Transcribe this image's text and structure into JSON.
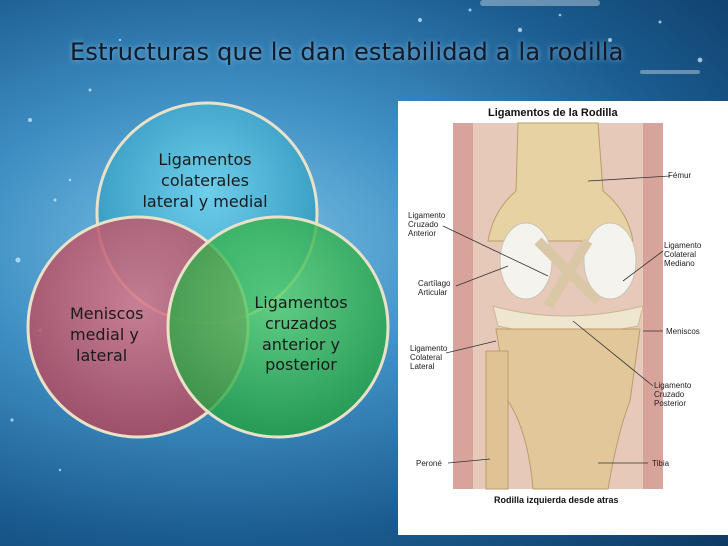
{
  "title": "Estructuras que le dan estabilidad a la rodilla",
  "venn": {
    "top": [
      "Ligamentos",
      "colaterales",
      "lateral y medial"
    ],
    "left": [
      "Meniscos",
      "medial y",
      "lateral"
    ],
    "right": [
      "Ligamentos",
      "cruzados",
      "anterior y",
      "posterior"
    ],
    "colors": {
      "top": "#3aa6c9",
      "left": "#c05a6e",
      "right": "#2fb24c"
    }
  },
  "figure": {
    "title": "Ligamentos de la Rodilla",
    "caption": "Rodilla izquierda desde atras",
    "labels": {
      "femur": "Fémur",
      "lca": [
        "Ligamento",
        "Cruzado",
        "Anterior"
      ],
      "lcm": [
        "Ligamento",
        "Colateral",
        "Mediano"
      ],
      "cartilago": [
        "Cartílago",
        "Articular"
      ],
      "meniscos": "Meniscos",
      "lcl": [
        "Ligamento",
        "Colateral",
        "Lateral"
      ],
      "lcp": [
        "Ligamento",
        "Cruzado",
        "Posterior"
      ],
      "perone": "Peroné",
      "tibia": "Tibia"
    }
  }
}
